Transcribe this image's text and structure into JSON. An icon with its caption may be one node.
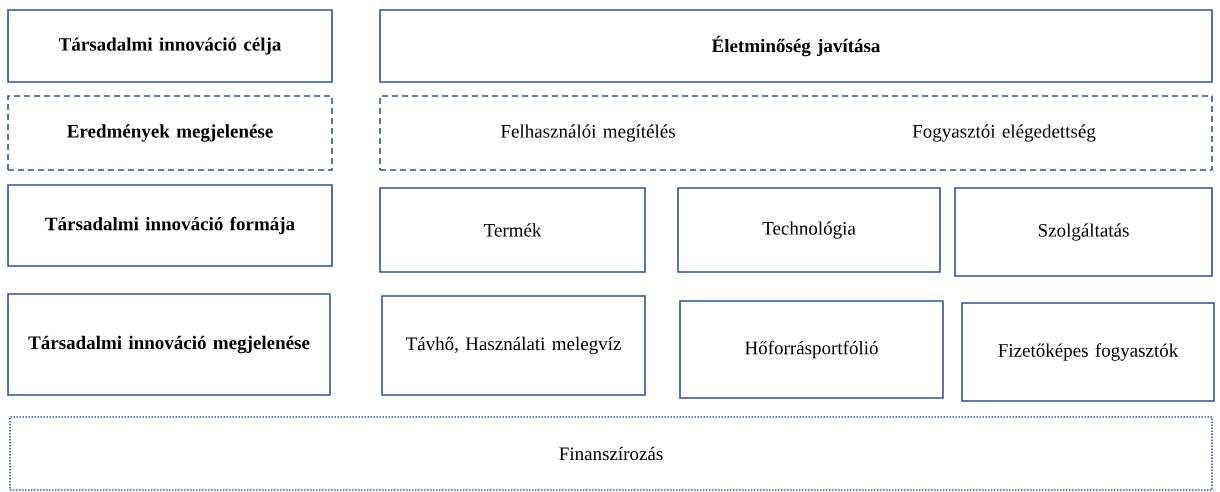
{
  "diagram": {
    "nodes": [
      {
        "text": [
          "Társadalmi innováció célja"
        ]
      },
      {
        "text": [
          "Életminőség javítása"
        ]
      },
      {
        "text": [
          "Eredmények megjelenése"
        ]
      },
      {
        "text": [
          "Felhasználói megítélés",
          "Fogyasztói elégedettség"
        ]
      },
      {
        "text": [
          "Társadalmi innováció formája"
        ]
      },
      {
        "text": [
          "Termék"
        ]
      },
      {
        "text": [
          "Technológia"
        ]
      },
      {
        "text": [
          "Szolgáltatás"
        ]
      },
      {
        "text": [
          "Társadalmi innováció megjelenése"
        ]
      },
      {
        "text": [
          "Távhő, Használati melegvíz"
        ]
      },
      {
        "text": [
          "Hőforrásportfólió"
        ]
      },
      {
        "text": [
          "Fizetőképes fogyasztók"
        ]
      },
      {
        "text": [
          "Finanszírozás"
        ]
      }
    ]
  }
}
